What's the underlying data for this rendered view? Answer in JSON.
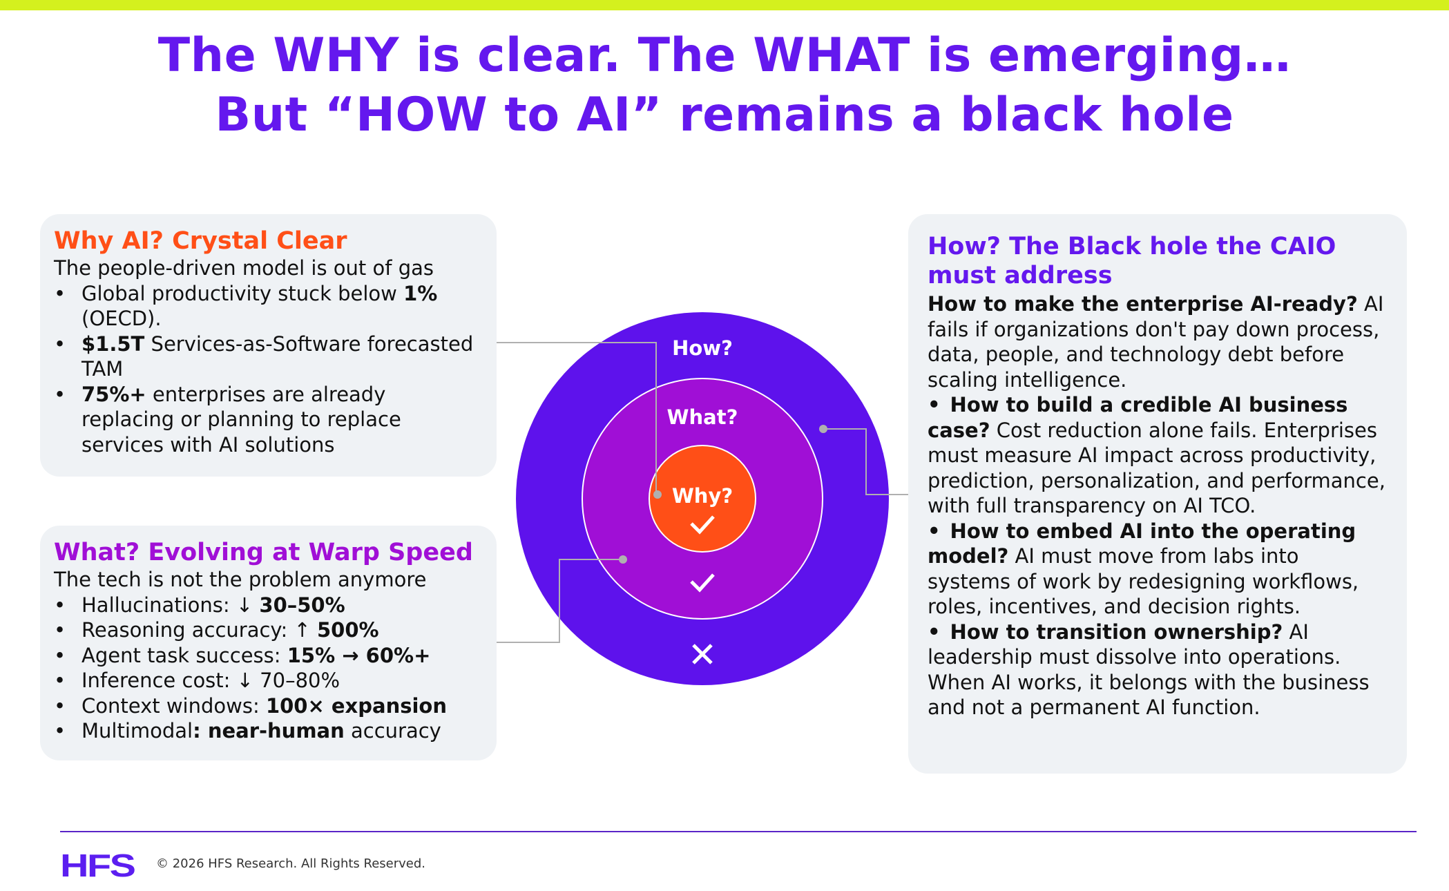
{
  "title": {
    "line1": "The WHY is clear. The WHAT is emerging…",
    "line2": "But “HOW to AI” remains a black hole"
  },
  "why": {
    "heading": "Why AI? Crystal Clear",
    "intro": "The people-driven model is out of gas",
    "items": [
      {
        "pre": "Global productivity stuck below ",
        "bold": "1%",
        "post": " (OECD)."
      },
      {
        "pre": "",
        "bold": "$1.5T",
        "post": " Services-as-Software forecasted TAM"
      },
      {
        "pre": "",
        "bold": "75%+",
        "post": " enterprises are already replacing or planning to replace services with AI solutions"
      }
    ]
  },
  "what": {
    "heading": "What? Evolving at Warp Speed",
    "intro": "The tech is not the problem anymore",
    "items": [
      {
        "pre": "Hallucinations: ↓ ",
        "bold": "30–50%",
        "post": ""
      },
      {
        "pre": "Reasoning accuracy: ↑ ",
        "bold": "500%",
        "post": ""
      },
      {
        "pre": "Agent task success: ",
        "bold": "15% → 60%+",
        "post": ""
      },
      {
        "pre": "Inference cost: ↓ 70–80%",
        "bold": "",
        "post": ""
      },
      {
        "pre": "Context windows: ",
        "bold": "100× expansion",
        "post": ""
      },
      {
        "pre": "Multimodal",
        "bold": ": near-human",
        "post": " accuracy"
      }
    ]
  },
  "how": {
    "heading": "How? The Black hole the CAIO must address",
    "items": [
      {
        "bullet": "",
        "bold": "How to make the enterprise AI-ready?",
        "text": " AI fails if organizations don't pay down process, data, people, and technology debt before scaling intelligence."
      },
      {
        "bullet": "•",
        "bold": "How to build a credible AI business case?",
        "text": " Cost reduction alone fails. Enterprises must measure AI impact across productivity, prediction, personalization, and performance, with full transparency on AI TCO."
      },
      {
        "bullet": "•",
        "bold": "How to embed AI into the operating model?",
        "text": " AI must move from labs into systems of work by redesigning workflows, roles, incentives, and decision rights."
      },
      {
        "bullet": "•",
        "bold": "How to transition ownership?",
        "text": " AI leadership must dissolve into operations. When AI works, it belongs with the business and not a permanent AI function."
      }
    ]
  },
  "diagram": {
    "outer": "How?",
    "middle": "What?",
    "inner": "Why?",
    "colors": {
      "outer": "#5e12ec",
      "middle": "#a00fd6",
      "inner": "#ff4f17"
    }
  },
  "footer": {
    "logo": "HFS",
    "copyright": "© 2026 HFS Research. All Rights Reserved."
  }
}
